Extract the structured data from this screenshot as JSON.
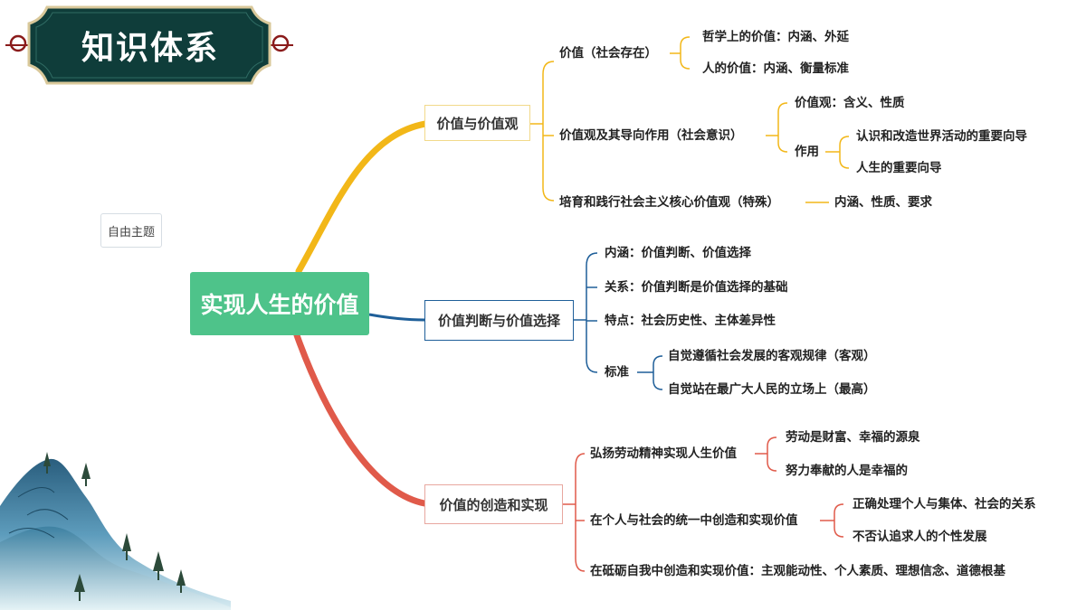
{
  "header": {
    "title": "知识体系"
  },
  "free_topic": "自由主题",
  "root": "实现人生的价值",
  "colors": {
    "branch1": "#f2b718",
    "branch2": "#1f5f99",
    "branch3": "#e05a4a",
    "root_bg": "#4ec38a",
    "banner": "#0f3d3a",
    "banner_border": "#d9c89a"
  },
  "branches": [
    {
      "label": "价值与价值观",
      "children": [
        {
          "label": "价值（社会存在）",
          "children": [
            {
              "label": "哲学上的价值：内涵、外延"
            },
            {
              "label": "人的价值：内涵、衡量标准"
            }
          ]
        },
        {
          "label": "价值观及其导向作用（社会意识）",
          "children": [
            {
              "label": "价值观：含义、性质"
            },
            {
              "label": "作用",
              "children": [
                {
                  "label": "认识和改造世界活动的重要向导"
                },
                {
                  "label": "人生的重要向导"
                }
              ]
            }
          ]
        },
        {
          "label": "培育和践行社会主义核心价值观（特殊）",
          "children": [
            {
              "label": "内涵、性质、要求"
            }
          ]
        }
      ]
    },
    {
      "label": "价值判断与价值选择",
      "children": [
        {
          "label": "内涵：价值判断、价值选择"
        },
        {
          "label": "关系：价值判断是价值选择的基础"
        },
        {
          "label": "特点：社会历史性、主体差异性"
        },
        {
          "label": "标准",
          "children": [
            {
              "label": "自觉遵循社会发展的客观规律（客观）"
            },
            {
              "label": "自觉站在最广大人民的立场上（最高）"
            }
          ]
        }
      ]
    },
    {
      "label": "价值的创造和实现",
      "children": [
        {
          "label": "弘扬劳动精神实现人生价值",
          "children": [
            {
              "label": "劳动是财富、幸福的源泉"
            },
            {
              "label": "努力奉献的人是幸福的"
            }
          ]
        },
        {
          "label": "在个人与社会的统一中创造和实现价值",
          "children": [
            {
              "label": "正确处理个人与集体、社会的关系"
            },
            {
              "label": "不否认追求人的个性发展"
            }
          ]
        },
        {
          "label": "在砥砺自我中创造和实现价值：主观能动性、个人素质、理想信念、道德根基"
        }
      ]
    }
  ]
}
